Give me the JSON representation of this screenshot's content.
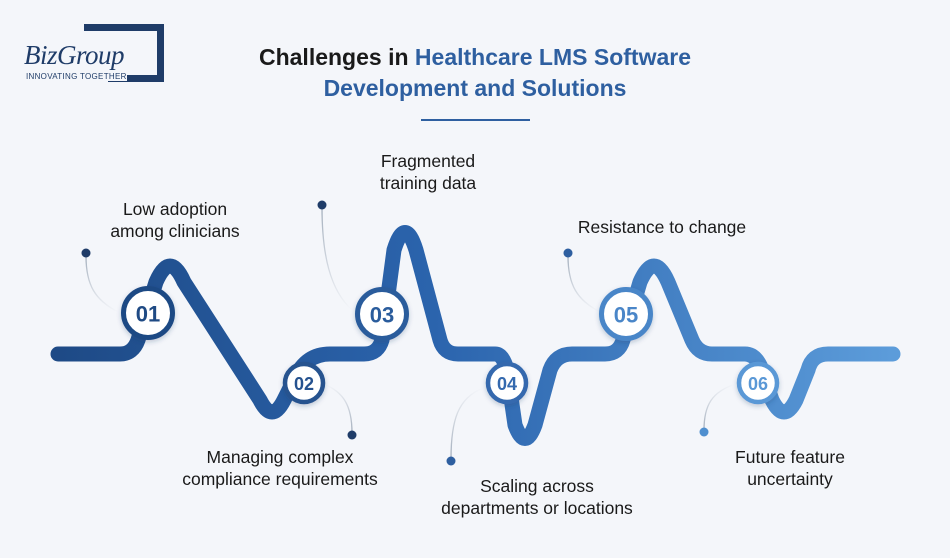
{
  "logo": {
    "text": "BizGroup",
    "tagline": "INNOVATING TOGETHER"
  },
  "title": {
    "part1": "Challenges in ",
    "part2": "Healthcare LMS Software",
    "part3": "Development and Solutions"
  },
  "steps": [
    {
      "number": "01",
      "label_line1": "Low adoption",
      "label_line2": "among clinicians"
    },
    {
      "number": "02",
      "label_line1": "Managing complex",
      "label_line2": "compliance requirements"
    },
    {
      "number": "03",
      "label_line1": "Fragmented",
      "label_line2": "training data"
    },
    {
      "number": "04",
      "label_line1": "Scaling across",
      "label_line2": "departments or locations"
    },
    {
      "number": "05",
      "label_line1": "Resistance to change",
      "label_line2": ""
    },
    {
      "number": "06",
      "label_line1": "Future feature",
      "label_line2": "uncertainty"
    }
  ],
  "colors": {
    "dark_blue": "#1f3c68",
    "mid_blue": "#2e5fa0",
    "light_blue": "#5b9ad8",
    "background": "#f4f6fa"
  }
}
